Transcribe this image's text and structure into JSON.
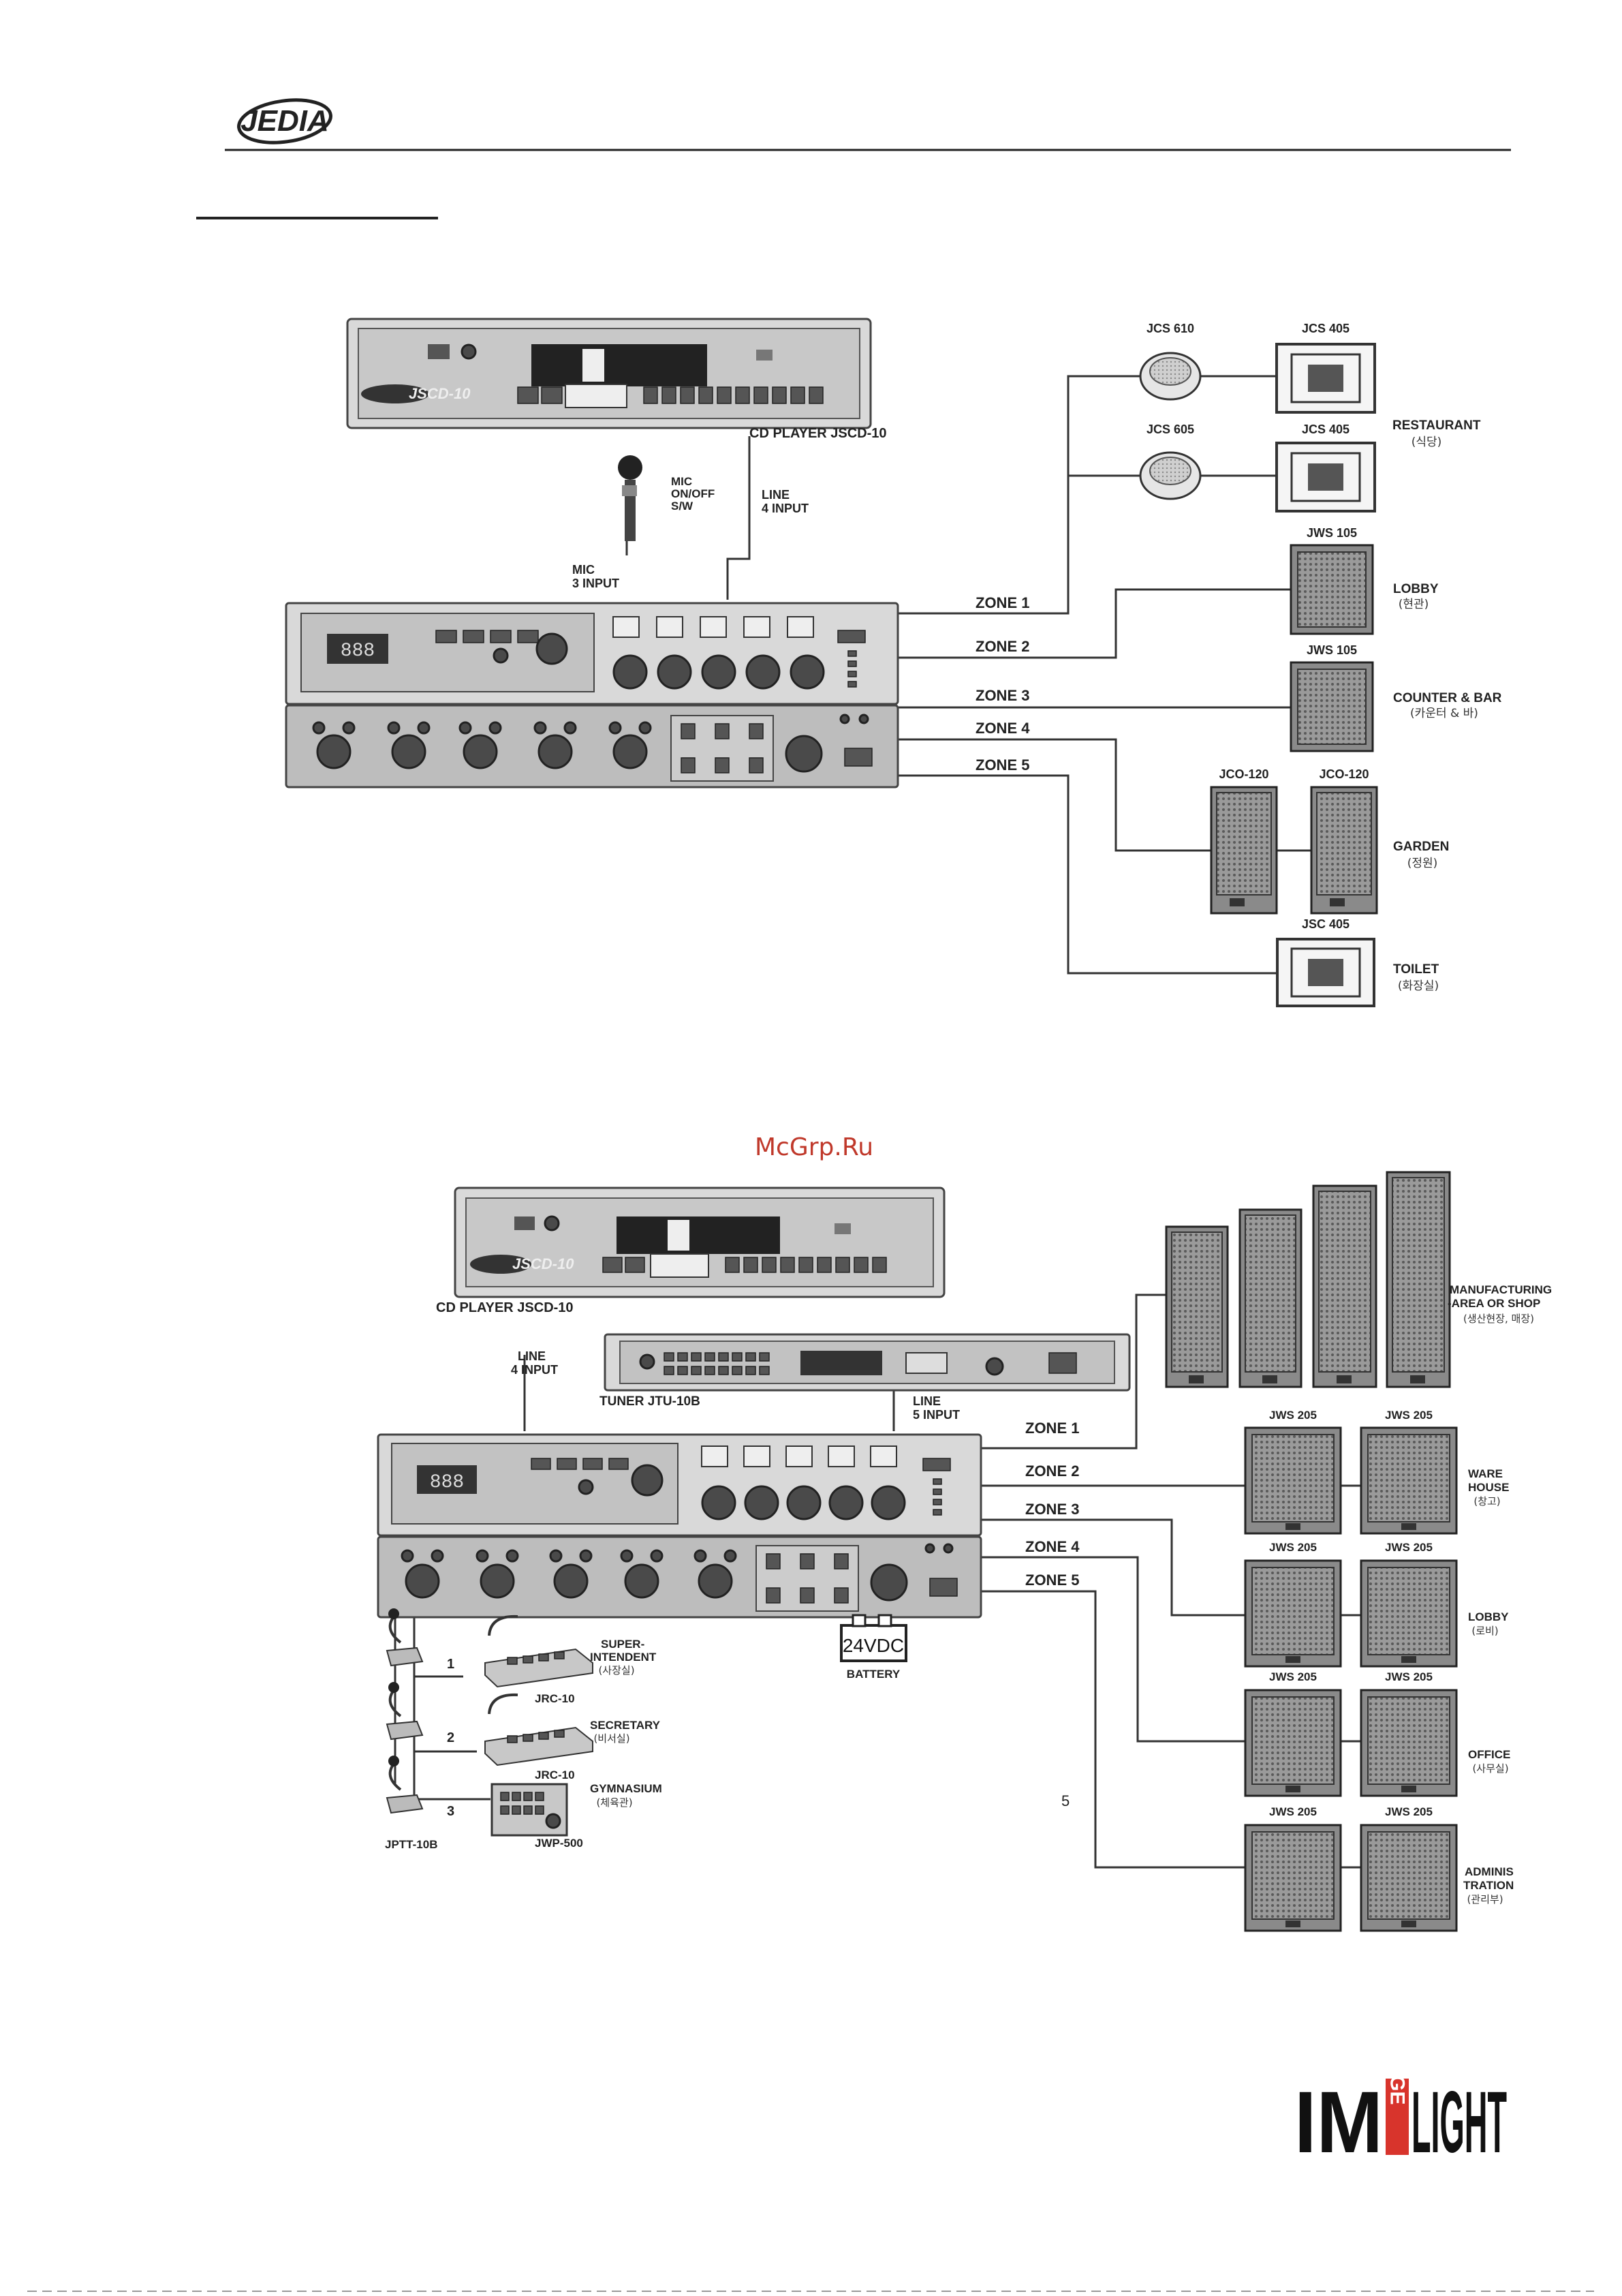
{
  "header": {
    "brand": "JEDIA"
  },
  "footer": {
    "logo_letters": [
      "IM",
      "AGE",
      "LIGHT"
    ]
  },
  "watermark": "McGrp.Ru",
  "diagram1": {
    "cd_player": {
      "label": "CD PLAYER  JSCD-10",
      "face_text": "JSCD-10"
    },
    "mic": {
      "label_lines": [
        "MIC",
        "ON/OFF",
        "S/W"
      ],
      "input_lines": [
        "MIC",
        "3 INPUT"
      ]
    },
    "line_input": [
      "LINE",
      "4 INPUT"
    ],
    "zones": [
      "ZONE 1",
      "ZONE 2",
      "ZONE 3",
      "ZONE 4",
      "ZONE 5"
    ],
    "models": {
      "jcs610": "JCS 610",
      "jcs605": "JCS 605",
      "jcs405a": "JCS 405",
      "jcs405b": "JCS 405",
      "jws105a": "JWS 105",
      "jws105b": "JWS 105",
      "jco120a": "JCO-120",
      "jco120b": "JCO-120",
      "jsc405": "JSC 405"
    },
    "areas": {
      "restaurant": {
        "name": "RESTAURANT",
        "kor": "(식당)"
      },
      "lobby": {
        "name": "LOBBY",
        "kor": "(현관)"
      },
      "counter": {
        "name": "COUNTER & BAR",
        "kor": "(카운터 & 바)"
      },
      "garden": {
        "name": "GARDEN",
        "kor": "(정원)"
      },
      "toilet": {
        "name": "TOILET",
        "kor": "(화장실)"
      }
    }
  },
  "diagram2": {
    "cd_player": {
      "label": "CD PLAYER  JSCD-10",
      "face_text": "JSCD-10"
    },
    "tuner": {
      "label": "TUNER  JTU-10B"
    },
    "line4": [
      "LINE",
      "4 INPUT"
    ],
    "line5": [
      "LINE",
      "5 INPUT"
    ],
    "zones": [
      "ZONE 1",
      "ZONE 2",
      "ZONE 3",
      "ZONE 4",
      "ZONE 5"
    ],
    "battery": {
      "voltage": "24VDC",
      "label": "BATTERY"
    },
    "numbers": [
      "1",
      "2",
      "3"
    ],
    "stray_number": "5",
    "mic_model": "JPTT-10B",
    "remotes": {
      "superintendent": {
        "name_lines": [
          "SUPER-",
          "INTENDENT"
        ],
        "kor": "(사장실)",
        "model": "JRC-10"
      },
      "secretary": {
        "name_lines": [
          "SECRETARY"
        ],
        "kor": "(비서실)",
        "model": "JRC-10"
      },
      "gymnasium": {
        "name_lines": [
          "GYMNASIUM"
        ],
        "kor": "(체육관)",
        "model": "JWP-500"
      }
    },
    "models": {
      "jws205_1": "JWS 205",
      "jws205_2": "JWS 205",
      "jws205_3": "JWS 205",
      "jws205_4": "JWS 205",
      "jws205_5": "JWS 205",
      "jws205_6": "JWS 205",
      "jws205_7": "JWS 205",
      "jws205_8": "JWS 205"
    },
    "areas": {
      "manufacturing": {
        "name_lines": [
          "MANUFACTURING",
          "-AREA OR SHOP"
        ],
        "kor": "(생산현장, 매장)"
      },
      "warehouse": {
        "name_lines": [
          "WARE",
          "HOUSE"
        ],
        "kor": "(창고)"
      },
      "lobby": {
        "name_lines": [
          "LOBBY"
        ],
        "kor": "(로비)"
      },
      "office": {
        "name_lines": [
          "OFFICE"
        ],
        "kor": "(사무실)"
      },
      "admin": {
        "name_lines": [
          "ADMINIS",
          "TRATION"
        ],
        "kor": "(관리부)"
      }
    }
  }
}
